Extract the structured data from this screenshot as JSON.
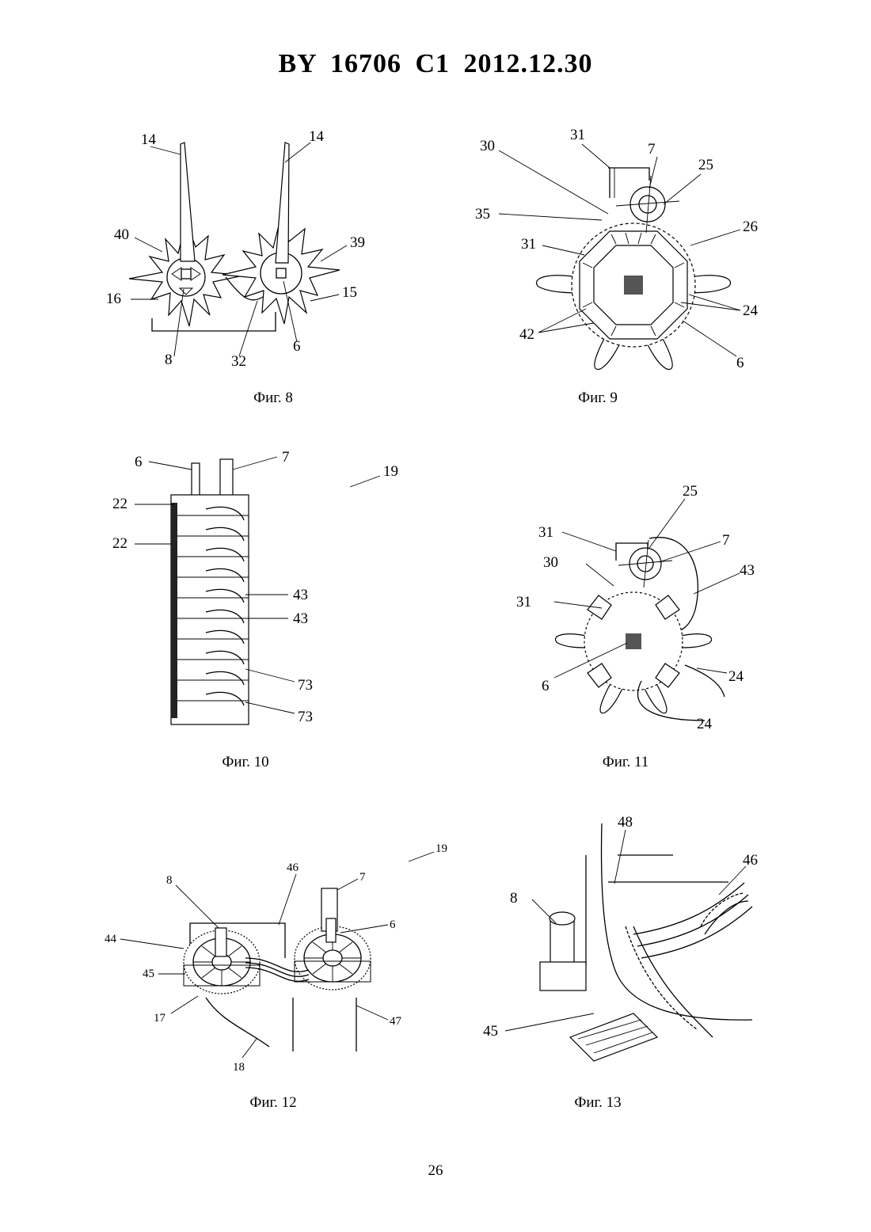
{
  "header": {
    "title": "BY 16706 C1 2012.12.30"
  },
  "page_number": "26",
  "figures": [
    {
      "caption": "Фиг. 8",
      "labels": [
        "14",
        "14",
        "40",
        "39",
        "16",
        "15",
        "8",
        "32",
        "6"
      ]
    },
    {
      "caption": "Фиг. 9",
      "labels": [
        "30",
        "31",
        "7",
        "25",
        "35",
        "26",
        "31",
        "24",
        "42",
        "6"
      ]
    },
    {
      "caption": "Фиг. 10",
      "labels": [
        "6",
        "7",
        "19",
        "22",
        "22",
        "43",
        "43",
        "73",
        "73"
      ]
    },
    {
      "caption": "Фиг. 11",
      "labels": [
        "25",
        "31",
        "7",
        "30",
        "43",
        "31",
        "6",
        "24",
        "24"
      ]
    },
    {
      "caption": "Фиг. 12",
      "labels": [
        "19",
        "46",
        "8",
        "7",
        "44",
        "6",
        "45",
        "17",
        "47",
        "18"
      ]
    },
    {
      "caption": "Фиг. 13",
      "labels": [
        "48",
        "46",
        "8",
        "45"
      ]
    }
  ]
}
